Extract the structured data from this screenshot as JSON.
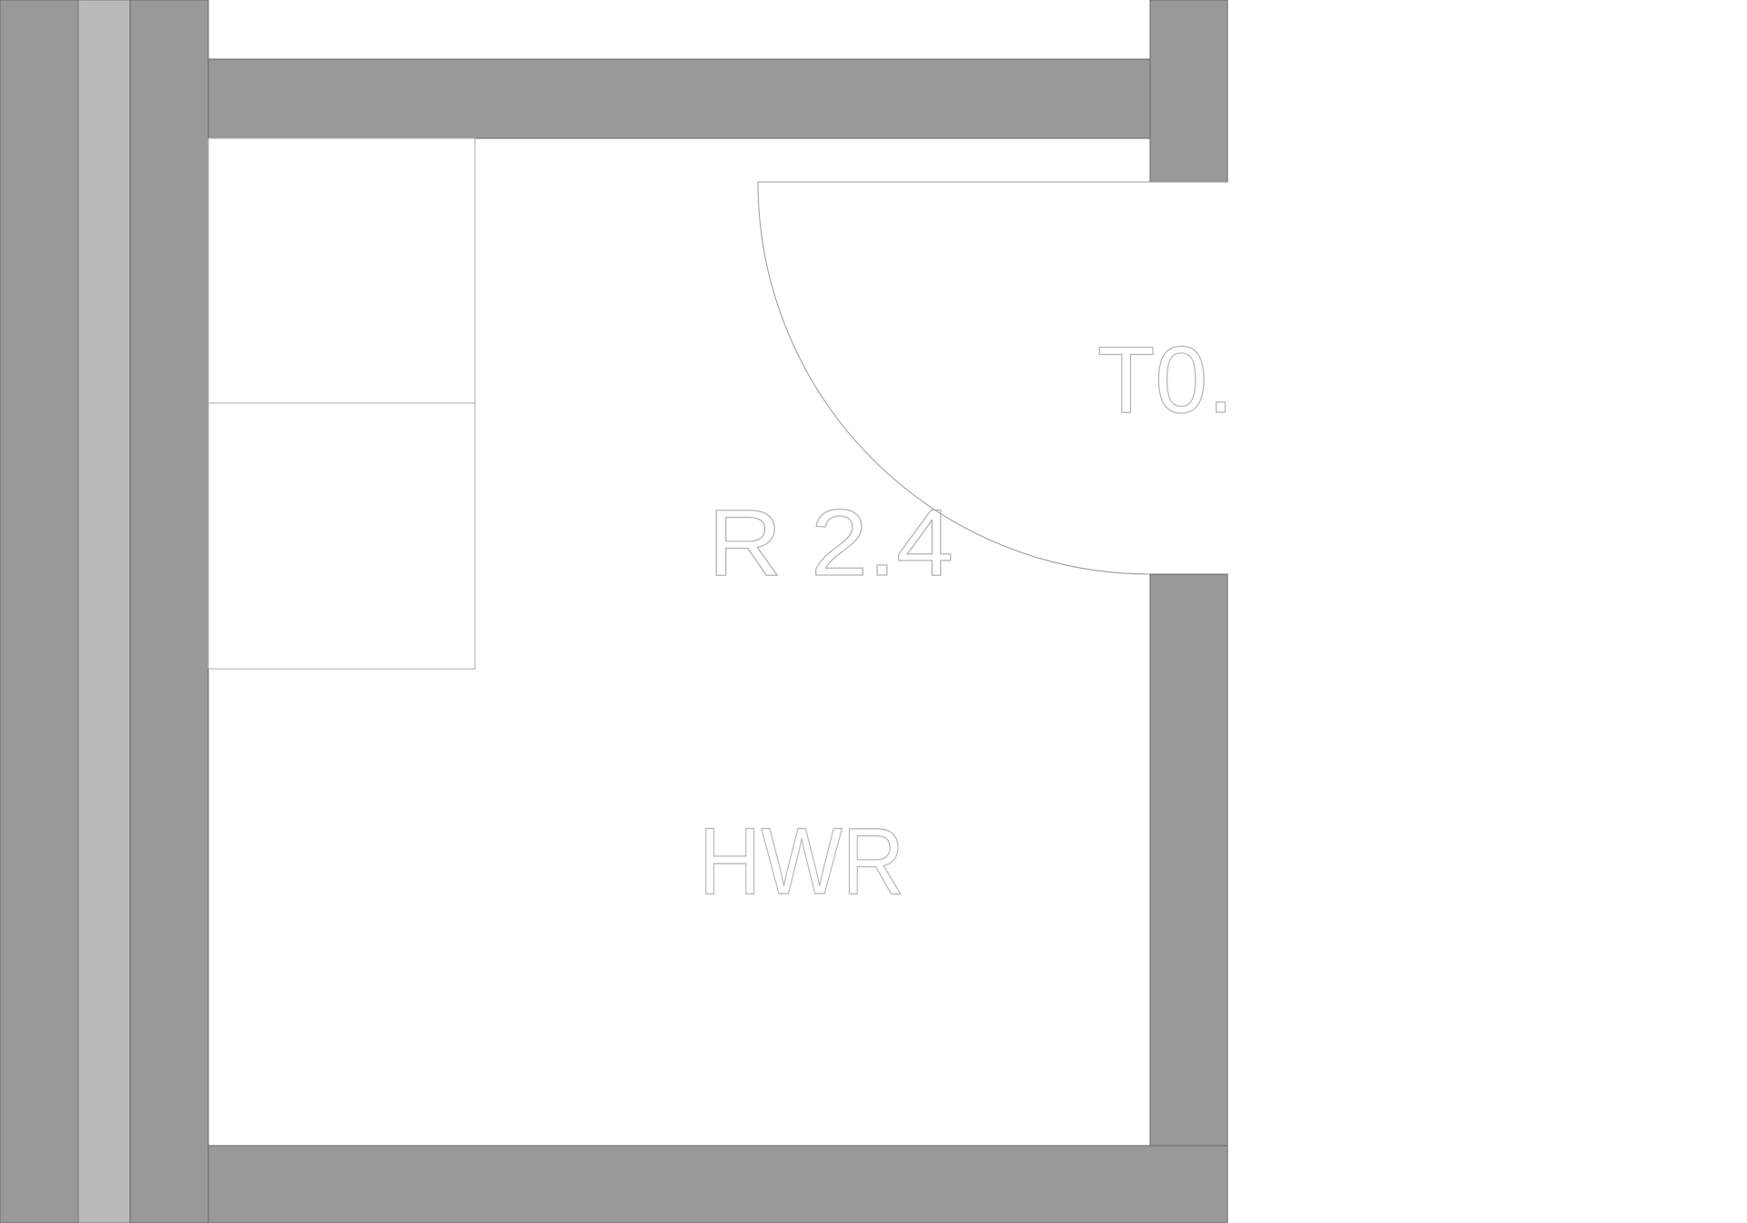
{
  "drawing": {
    "room_name": "HWR",
    "room_number": "R 2.4",
    "door_label": "T0.",
    "colors": {
      "wall": "#999999",
      "insulation": "#bababa",
      "line": "#9a9a9a",
      "text": "#b4b4b4"
    }
  }
}
